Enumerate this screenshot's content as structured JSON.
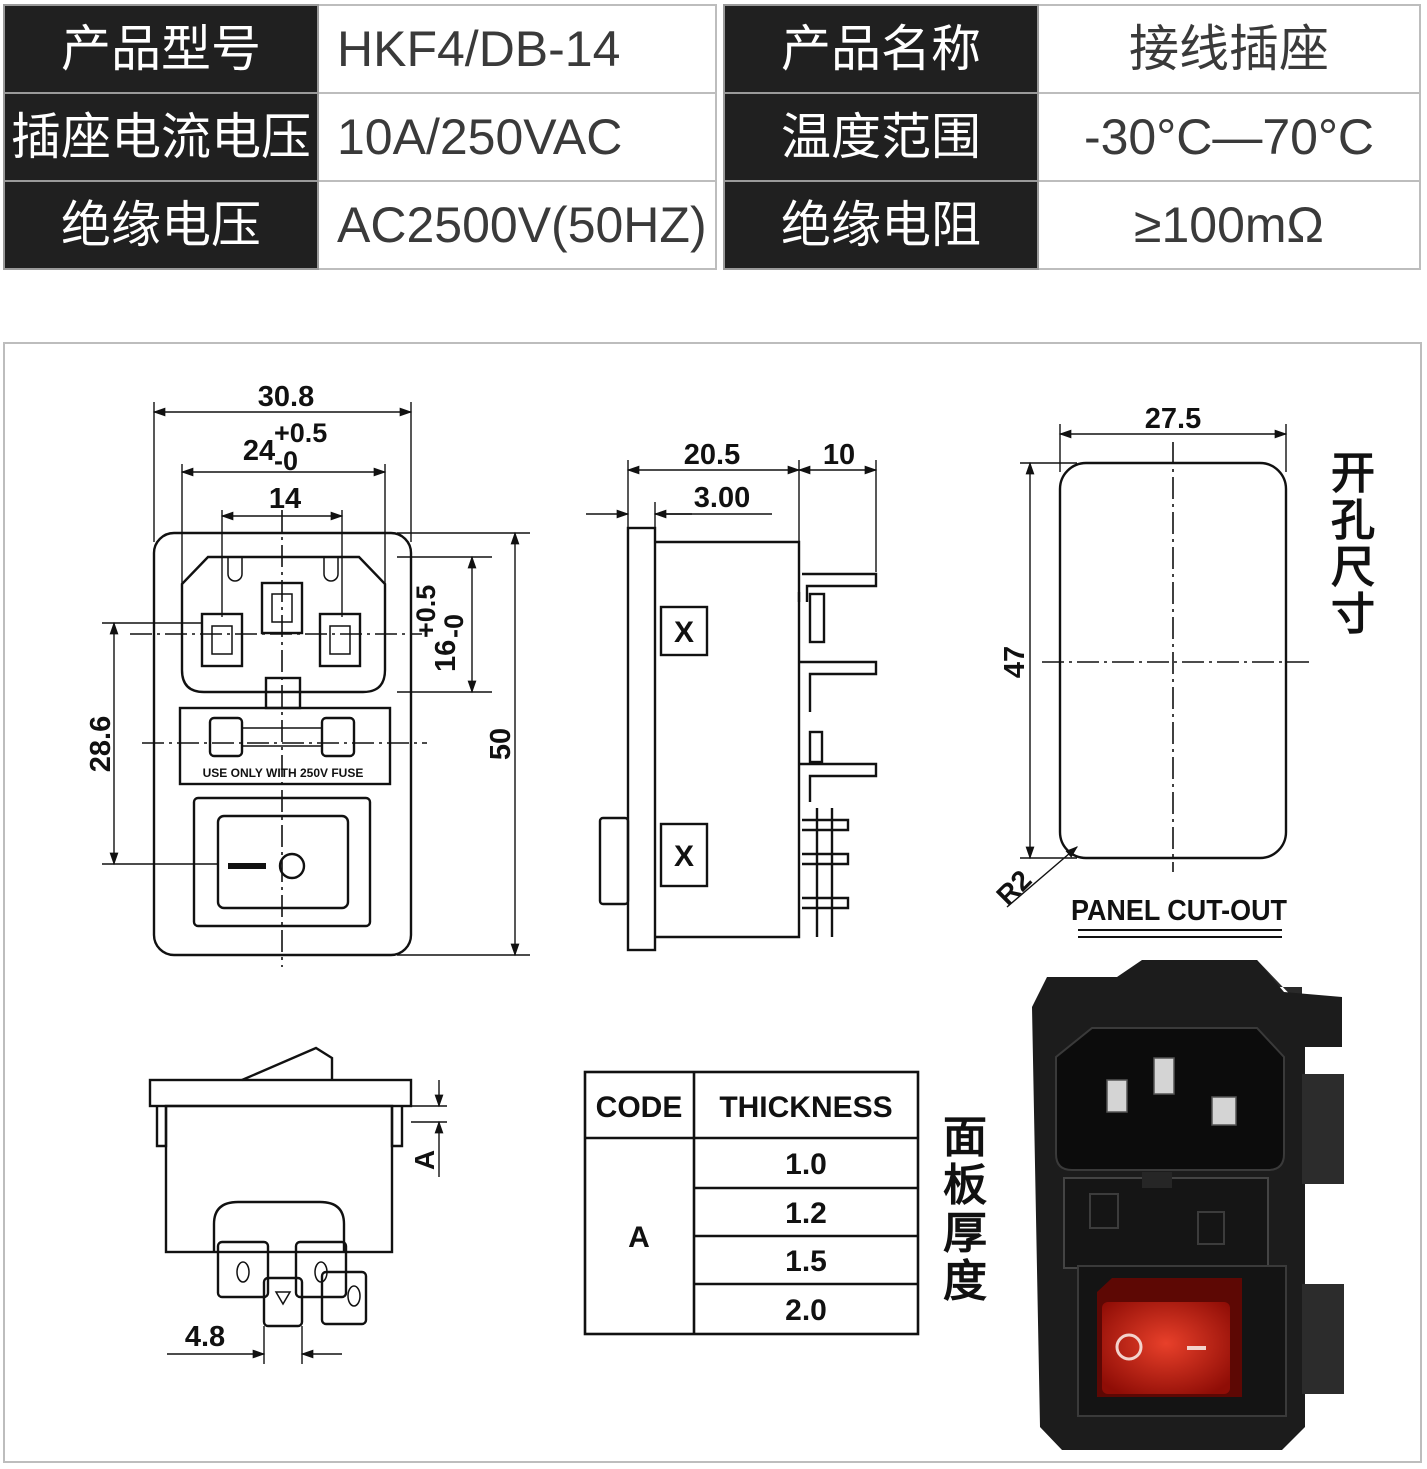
{
  "specs": {
    "left": [
      {
        "label": "产品型号",
        "value": "HKF4/DB-14"
      },
      {
        "label": "插座电流电压",
        "value": "10A/250VAC"
      },
      {
        "label": "绝缘电压",
        "value": "AC2500V(50HZ)"
      }
    ],
    "right": [
      {
        "label": "产品名称",
        "value": "接线插座"
      },
      {
        "label": "温度范围",
        "value": "-30°C—70°C"
      },
      {
        "label": "绝缘电阻",
        "value": "≥100mΩ"
      }
    ]
  },
  "front_view": {
    "dim_width": "30.8",
    "dim_inner_base": "24",
    "dim_inner_tol_plus": "+0.5",
    "dim_inner_tol_minus": "-0",
    "dim_pin": "14",
    "dim_height_base": "16",
    "dim_height_tol_plus": "+0.5",
    "dim_height_tol_minus": "-0",
    "dim_28_6": "28.6",
    "dim_50": "50",
    "fuse_text": "USE ONLY WITH 250V FUSE"
  },
  "side_view": {
    "dim_depth": "20.5",
    "dim_tab": "10",
    "dim_flange": "3.00",
    "mark": "X"
  },
  "cutout": {
    "dim_width": "27.5",
    "dim_height": "47",
    "dim_radius": "R2",
    "title": "PANEL CUT-OUT",
    "side_label": [
      "开",
      "孔",
      "尺",
      "寸"
    ]
  },
  "bottom_view": {
    "dim_a": "A",
    "dim_pitch": "4.8"
  },
  "thickness_table": {
    "headers": [
      "CODE",
      "THICKNESS"
    ],
    "code": "A",
    "values": [
      "1.0",
      "1.2",
      "1.5",
      "2.0"
    ],
    "side_label": [
      "面",
      "板",
      "厚",
      "度"
    ]
  },
  "colors": {
    "header_bg": "#202020",
    "switch_red": "#c41a10",
    "body_black": "#1a1a1a"
  }
}
